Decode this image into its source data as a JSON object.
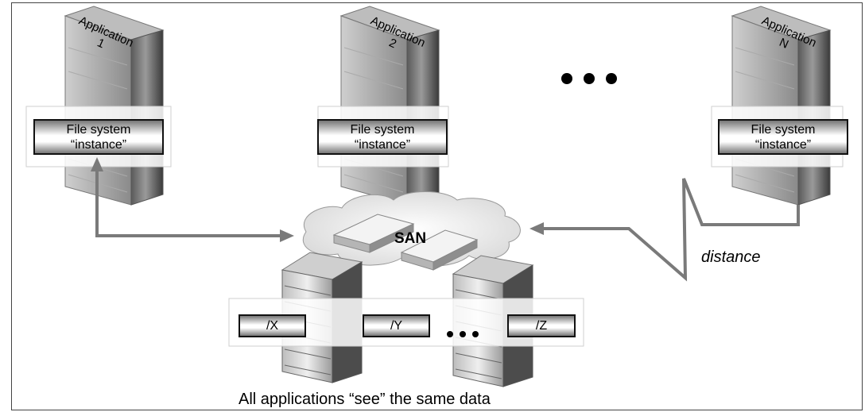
{
  "applications": [
    {
      "label_line1": "Application",
      "label_line2": "1"
    },
    {
      "label_line1": "Application",
      "label_line2": "2"
    },
    {
      "label_line1": "Application",
      "label_line2": "N"
    }
  ],
  "fs_box": {
    "line1": "File system",
    "line2": "“instance”"
  },
  "san_label": "SAN",
  "distance_label": "distance",
  "volumes": [
    "/X",
    "/Y",
    "/Z"
  ],
  "caption": "All applications “see” the same data",
  "colors": {
    "connector": "#7a7a7a",
    "server_dark": "#4a4a4a",
    "server_light": "#d4d4d4",
    "cloud": "#ececec"
  }
}
